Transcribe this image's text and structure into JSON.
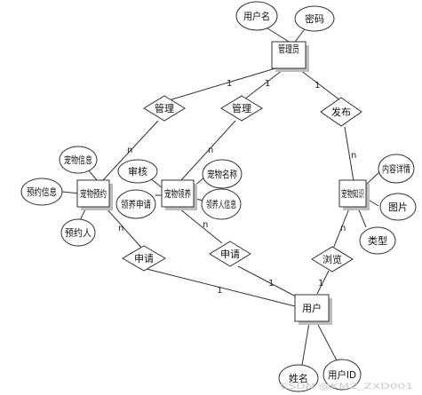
{
  "entities": {
    "admin": "管理员",
    "pet_booking": "宠物预约",
    "pet_adopt": "宠物领养",
    "pet_knowledge": "宠物知识",
    "user": "用户"
  },
  "relationships": {
    "manage_left": "管理",
    "manage_mid": "管理",
    "publish": "发布",
    "apply_left": "申请",
    "apply_mid": "申请",
    "browse": "浏览"
  },
  "attributes": {
    "admin_username": "用户名",
    "admin_password": "密码",
    "booking_pet_info": "宠物信息",
    "booking_info": "预约信息",
    "booking_person": "预约人",
    "adopt_review": "审核",
    "adopt_application": "领养申请",
    "adopt_pet_name": "宠物名称",
    "adopt_person_info": "领养人信息",
    "knowledge_content": "内容详情",
    "knowledge_image": "图片",
    "knowledge_type": "类型",
    "user_name": "姓名",
    "user_id": "用户ID"
  },
  "cardinalities": {
    "c_admin_manage_left": "1",
    "c_admin_manage_mid": "1",
    "c_admin_publish": "1",
    "c_booking_manage": "n",
    "c_adopt_manage": "n",
    "c_knowledge_publish": "n",
    "c_booking_apply": "n",
    "c_adopt_apply": "n",
    "c_knowledge_browse": "n",
    "c_user_apply_left": "1",
    "c_user_apply_mid": "1",
    "c_user_browse": "1"
  },
  "watermark": "CSDN @KMZ_ZXD001"
}
